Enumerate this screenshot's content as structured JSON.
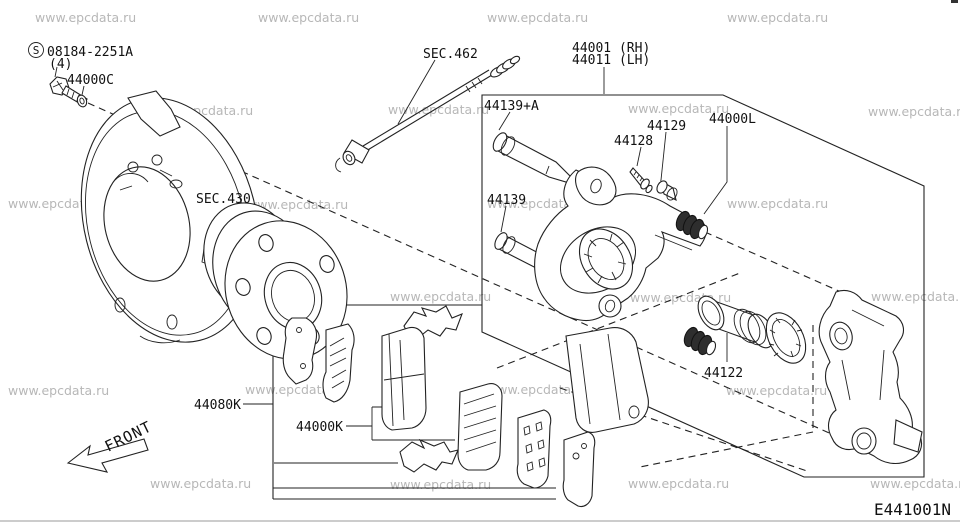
{
  "diagram": {
    "watermark": "www.epcdata.ru",
    "drawing_code": "E441001N",
    "front_arrow": "FRONT",
    "colors": {
      "line": "#222222",
      "watermark": "#b7b7b7"
    },
    "parts": {
      "bolt_marker": "S",
      "bolt": "08184-2251A",
      "bolt_qty": "(4)",
      "washer": "44000C",
      "hose_section": "SEC.462",
      "hub_section": "SEC.430",
      "caliper_rh": "44001 (RH)",
      "caliper_lh": "44011 (LH)",
      "slide_pin_upper": "44139+A",
      "slide_pin_lower": "44139",
      "bleeder_screw": "44128",
      "bleeder_cap": "44129",
      "caliper_assy": "44000L",
      "piston": "44122",
      "hardware_kit": "44080K",
      "pad_kit": "44000K"
    }
  }
}
